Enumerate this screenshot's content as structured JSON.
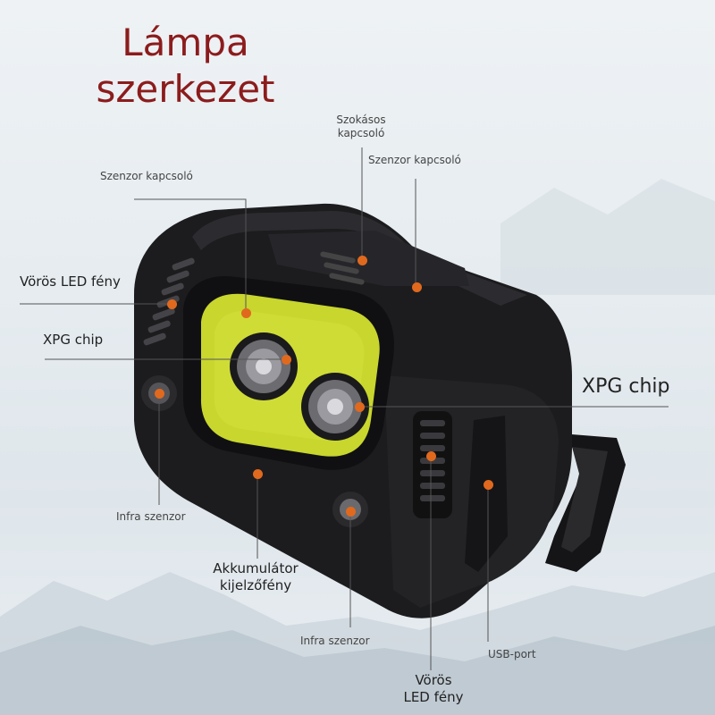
{
  "title": {
    "line1": "Lámpa",
    "line2": "szerkezet"
  },
  "labels": {
    "szokasos_line1": "Szokásos",
    "szokasos_line2": "kapcsoló",
    "szenzor_top_right": "Szenzor kapcsoló",
    "szenzor_top_left": "Szenzor kapcsoló",
    "voros_led_left": "Vörös LED fény",
    "xpg_left": "XPG chip",
    "xpg_right": "XPG chip",
    "infra_left": "Infra szenzor",
    "akku_line1": "Akkumulátor",
    "akku_line2": "kijelzőfény",
    "infra_bottom": "Infra szenzor",
    "voros_bottom_line1": "Vörös",
    "voros_bottom_line2": "LED fény",
    "usb": "USB-port"
  },
  "colors": {
    "title": "#8c1c1c",
    "marker": "#e0691e",
    "cob": "#c8d62e",
    "body": "#1c1c1e"
  }
}
